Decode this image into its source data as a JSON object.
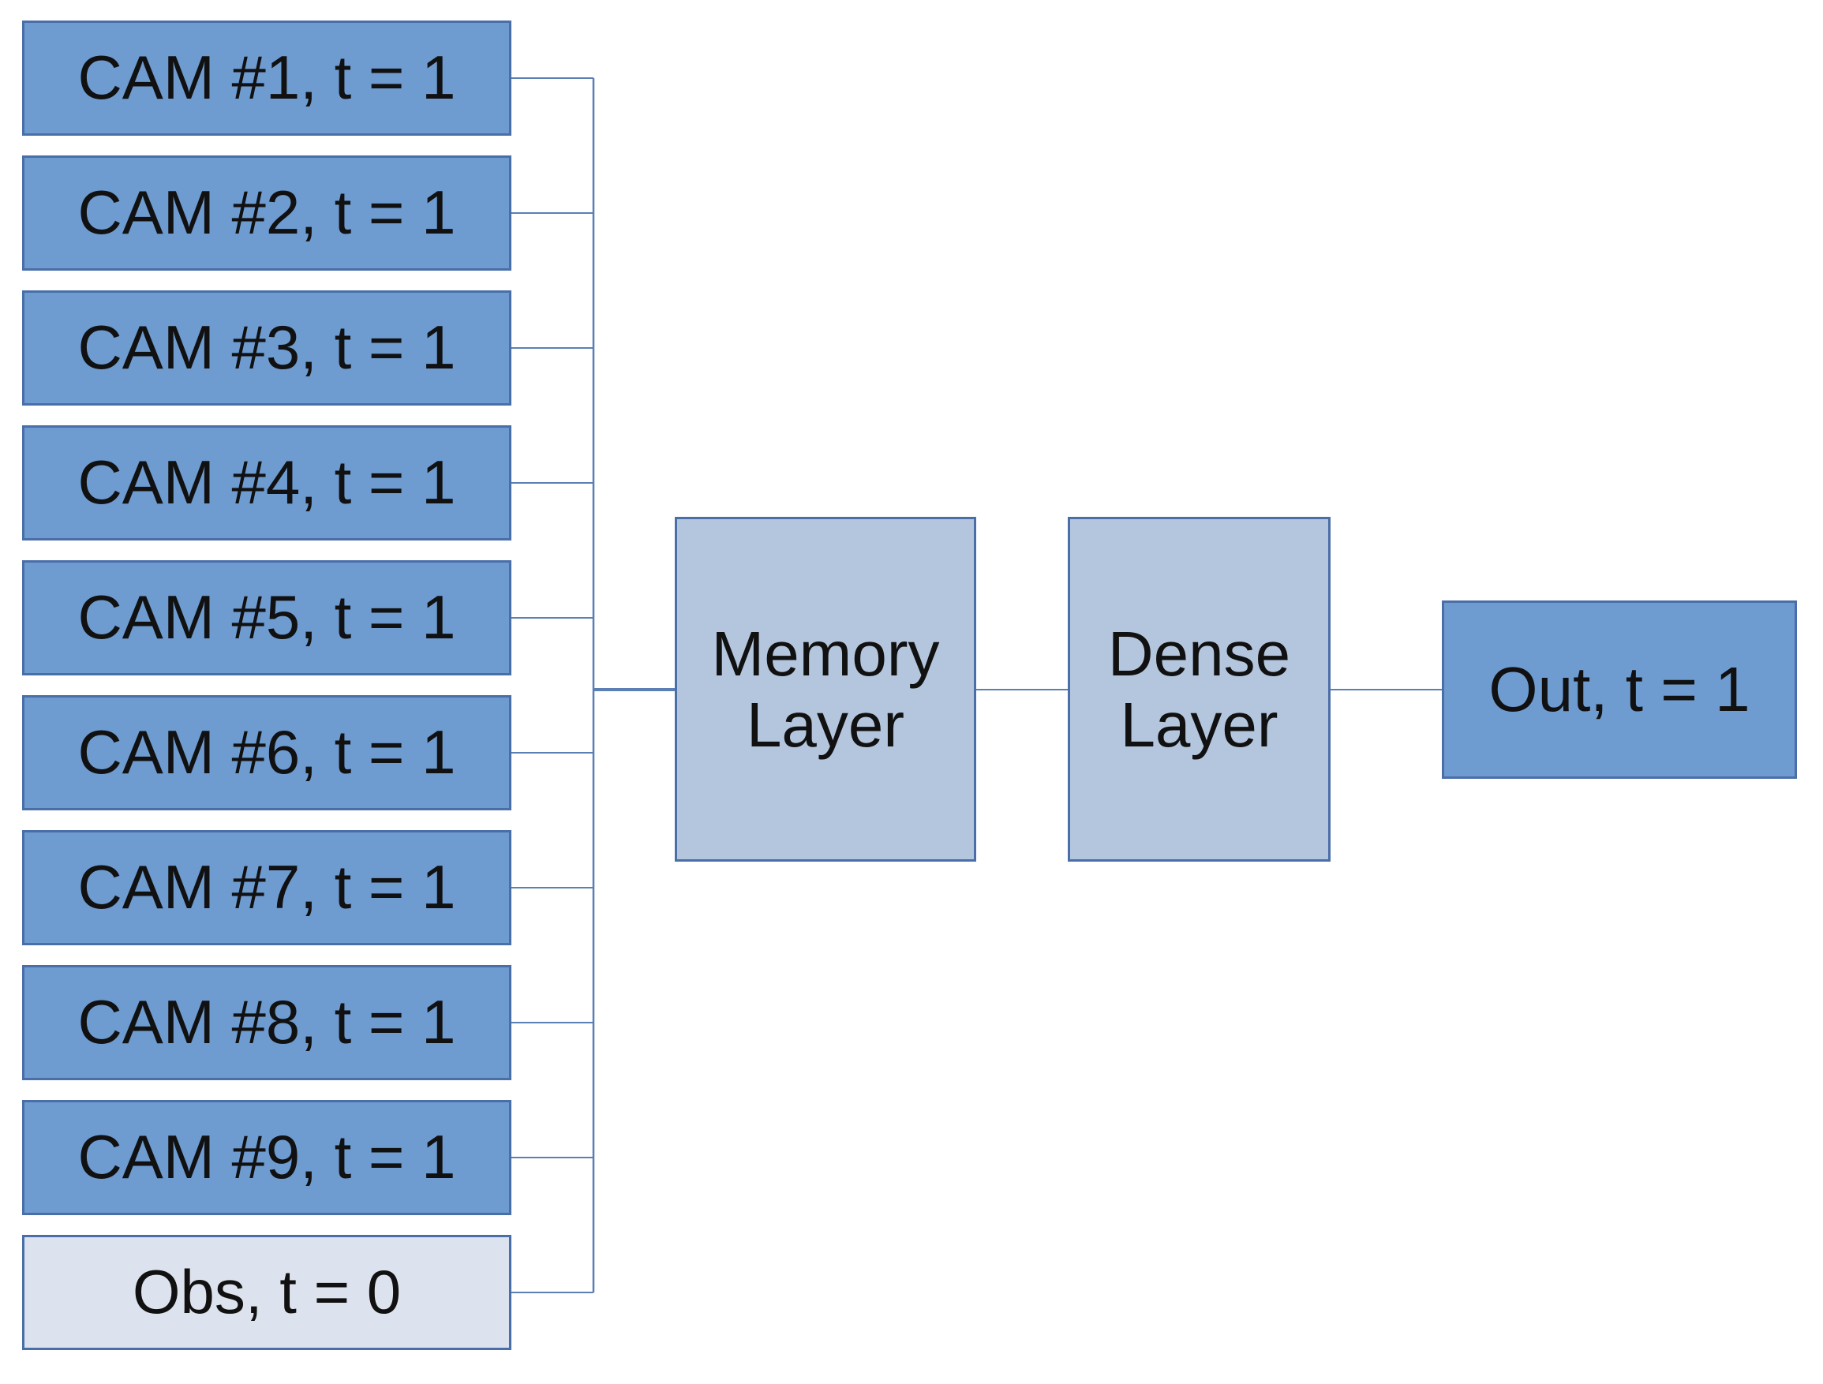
{
  "inputs": [
    {
      "label": "CAM #1, t = 1",
      "kind": "cam"
    },
    {
      "label": "CAM #2, t = 1",
      "kind": "cam"
    },
    {
      "label": "CAM #3, t = 1",
      "kind": "cam"
    },
    {
      "label": "CAM #4, t = 1",
      "kind": "cam"
    },
    {
      "label": "CAM #5, t = 1",
      "kind": "cam"
    },
    {
      "label": "CAM #6, t = 1",
      "kind": "cam"
    },
    {
      "label": "CAM #7, t = 1",
      "kind": "cam"
    },
    {
      "label": "CAM #8, t = 1",
      "kind": "cam"
    },
    {
      "label": "CAM #9, t = 1",
      "kind": "cam"
    },
    {
      "label": "Obs, t = 0",
      "kind": "obs"
    }
  ],
  "memory_layer": {
    "line1": "Memory",
    "line2": "Layer"
  },
  "dense_layer": {
    "line1": "Dense",
    "line2": "Layer"
  },
  "output": {
    "label": "Out, t = 1"
  },
  "colors": {
    "cam_fill": "#6e9bd0",
    "obs_fill": "#dde3ee",
    "layer_fill": "#b4c6de",
    "border": "#4a6ea8",
    "connector": "#5b7fb5"
  }
}
